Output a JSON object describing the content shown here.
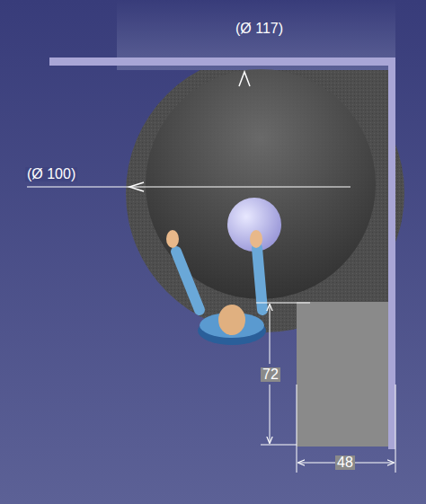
{
  "diagram": {
    "labels": [
      "(Ø 117)",
      "(Ø 100)",
      "72",
      "48"
    ]
  }
}
